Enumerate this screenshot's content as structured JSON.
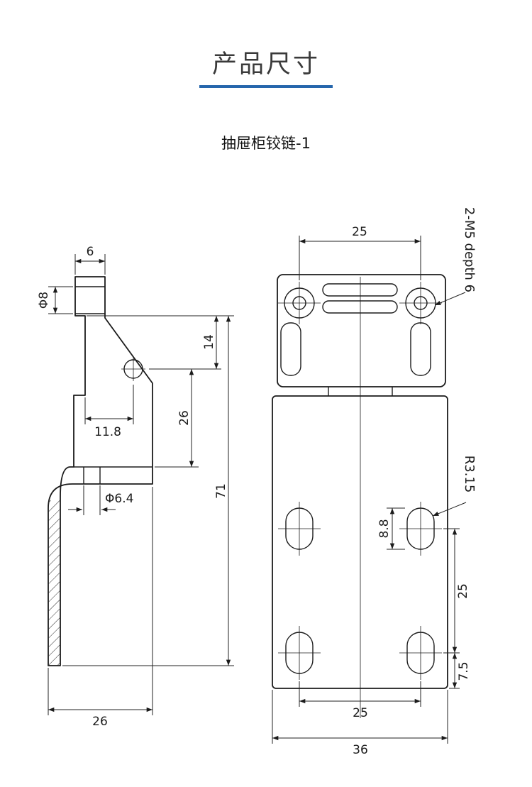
{
  "page": {
    "title": "产品尺寸",
    "subtitle": "抽屉柜铰链-1",
    "accent_color": "#2566ac",
    "line_color": "#1b1b1b",
    "background_color": "#ffffff"
  },
  "side_view": {
    "tab_width": "6",
    "pivot_hole_dia": "Φ8",
    "top_to_pivot": "14",
    "pivot_to_base": "26",
    "overall_height": "71",
    "edge_to_pivot": "11.8",
    "base_hole_dia": "Φ6.4",
    "base_depth": "26"
  },
  "front_view": {
    "top_hole_spacing": "25",
    "thread_callout": "2-M5 depth 6",
    "slot_end_radius": "R3.15",
    "slot_length": "8.8",
    "slot_row_spacing": "25",
    "bottom_margin": "7.5",
    "slot_col_spacing": "25",
    "overall_width": "36"
  }
}
